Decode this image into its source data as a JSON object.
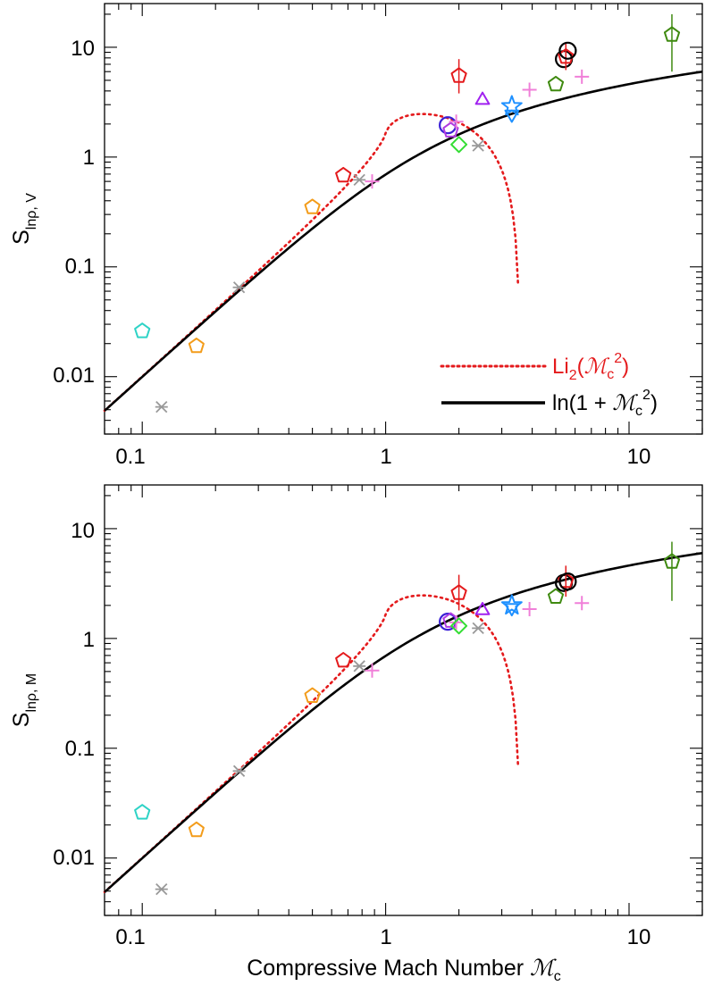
{
  "chart_data": [
    {
      "type": "scatter",
      "panel": "top",
      "ylabel_main": "S",
      "ylabel_sub": "lnρ, V",
      "xlabel": "",
      "xscale": "log",
      "yscale": "log",
      "xlim": [
        0.07,
        20
      ],
      "ylim": [
        0.003,
        25
      ],
      "xtick_labels": [
        "0.1",
        "1",
        "10"
      ],
      "ytick_labels": [
        "0.01",
        "0.1",
        "1",
        "10"
      ],
      "legend_position": "bottom-right",
      "legend": [
        {
          "base": "Li",
          "sub": "2",
          "paren_open": "(",
          "mach": "ℳ",
          "msub": "c",
          "sup": "2",
          "paren_close": ")",
          "color": "#e41a1c",
          "style": "dotted"
        },
        {
          "base": "ln(1 + ",
          "sub": "",
          "paren_open": "",
          "mach": "ℳ",
          "msub": "c",
          "sup": "2",
          "paren_close": ")",
          "color": "#000000",
          "style": "solid"
        }
      ],
      "curves": [
        {
          "name": "Li2(Mc^2)",
          "function": "dilog",
          "color": "#e41a1c",
          "style": "dotted"
        },
        {
          "name": "ln(1+Mc^2)",
          "function": "log1p",
          "color": "#000000",
          "style": "solid"
        }
      ],
      "points": [
        {
          "x": 0.1,
          "y": 0.026,
          "marker": "pentagon",
          "color": "#2ed3c6"
        },
        {
          "x": 0.12,
          "y": 0.0053,
          "marker": "asterisk",
          "color": "#999999"
        },
        {
          "x": 0.167,
          "y": 0.019,
          "marker": "pentagon",
          "color": "#f39c1a"
        },
        {
          "x": 0.25,
          "y": 0.065,
          "marker": "asterisk",
          "color": "#999999"
        },
        {
          "x": 0.5,
          "y": 0.35,
          "marker": "pentagon",
          "color": "#f39c1a"
        },
        {
          "x": 0.67,
          "y": 0.68,
          "marker": "pentagon",
          "color": "#e41a1c"
        },
        {
          "x": 0.78,
          "y": 0.62,
          "marker": "asterisk",
          "color": "#999999"
        },
        {
          "x": 0.88,
          "y": 0.6,
          "marker": "plus",
          "color": "#f07fd8"
        },
        {
          "x": 1.8,
          "y": 1.95,
          "marker": "circle",
          "color": "#3a1fd6"
        },
        {
          "x": 1.85,
          "y": 1.75,
          "marker": "pentagon",
          "color": "#b03be0"
        },
        {
          "x": 1.95,
          "y": 2.1,
          "marker": "plus",
          "color": "#f07fd8"
        },
        {
          "x": 2.0,
          "y": 5.5,
          "marker": "pentagon",
          "color": "#e41a1c",
          "err": [
            3.8,
            7.8
          ]
        },
        {
          "x": 2.0,
          "y": 1.3,
          "marker": "diamond",
          "color": "#33dd33"
        },
        {
          "x": 2.4,
          "y": 1.27,
          "marker": "asterisk",
          "color": "#999999"
        },
        {
          "x": 2.5,
          "y": 3.3,
          "marker": "triangle",
          "color": "#a020f0"
        },
        {
          "x": 3.3,
          "y": 2.9,
          "marker": "star",
          "color": "#1e90ff"
        },
        {
          "x": 3.3,
          "y": 2.45,
          "marker": "triangle_down",
          "color": "#1e90ff"
        },
        {
          "x": 3.9,
          "y": 4.1,
          "marker": "plus",
          "color": "#f07fd8"
        },
        {
          "x": 5.0,
          "y": 4.6,
          "marker": "pentagon",
          "color": "#3f8a10"
        },
        {
          "x": 5.4,
          "y": 7.8,
          "marker": "circle",
          "color": "#000000"
        },
        {
          "x": 5.5,
          "y": 8.2,
          "marker": "pentagon",
          "color": "#e41a1c",
          "err": [
            6.2,
            10.8
          ]
        },
        {
          "x": 5.6,
          "y": 9.3,
          "marker": "circle",
          "color": "#000000"
        },
        {
          "x": 6.4,
          "y": 5.4,
          "marker": "plus",
          "color": "#f07fd8"
        },
        {
          "x": 15.0,
          "y": 13.0,
          "marker": "pentagon",
          "color": "#3f8a10",
          "err": [
            6.0,
            20.0
          ]
        }
      ]
    },
    {
      "type": "scatter",
      "panel": "bottom",
      "ylabel_main": "S",
      "ylabel_sub": "lnρ, M",
      "xlabel": "Compressive Mach Number ",
      "xlabel_symbol": "ℳ",
      "xlabel_sub": "c",
      "xscale": "log",
      "yscale": "log",
      "xlim": [
        0.07,
        20
      ],
      "ylim": [
        0.003,
        25
      ],
      "xtick_labels": [
        "0.1",
        "1",
        "10"
      ],
      "ytick_labels": [
        "0.01",
        "0.1",
        "1",
        "10"
      ],
      "curves": [
        {
          "name": "Li2(Mc^2)",
          "function": "dilog",
          "color": "#e41a1c",
          "style": "dotted"
        },
        {
          "name": "ln(1+Mc^2)",
          "function": "log1p",
          "color": "#000000",
          "style": "solid"
        }
      ],
      "points": [
        {
          "x": 0.1,
          "y": 0.026,
          "marker": "pentagon",
          "color": "#2ed3c6"
        },
        {
          "x": 0.12,
          "y": 0.0052,
          "marker": "asterisk",
          "color": "#999999"
        },
        {
          "x": 0.167,
          "y": 0.018,
          "marker": "pentagon",
          "color": "#f39c1a"
        },
        {
          "x": 0.25,
          "y": 0.062,
          "marker": "asterisk",
          "color": "#999999"
        },
        {
          "x": 0.5,
          "y": 0.3,
          "marker": "pentagon",
          "color": "#f39c1a"
        },
        {
          "x": 0.67,
          "y": 0.63,
          "marker": "pentagon",
          "color": "#e41a1c"
        },
        {
          "x": 0.78,
          "y": 0.56,
          "marker": "asterisk",
          "color": "#999999"
        },
        {
          "x": 0.88,
          "y": 0.51,
          "marker": "plus",
          "color": "#f07fd8"
        },
        {
          "x": 1.8,
          "y": 1.42,
          "marker": "circle",
          "color": "#3a1fd6"
        },
        {
          "x": 1.85,
          "y": 1.45,
          "marker": "pentagon",
          "color": "#b03be0"
        },
        {
          "x": 1.95,
          "y": 1.4,
          "marker": "plus",
          "color": "#f07fd8"
        },
        {
          "x": 2.0,
          "y": 2.6,
          "marker": "pentagon",
          "color": "#e41a1c",
          "err": [
            1.8,
            3.8
          ]
        },
        {
          "x": 2.0,
          "y": 1.3,
          "marker": "diamond",
          "color": "#33dd33"
        },
        {
          "x": 2.4,
          "y": 1.24,
          "marker": "asterisk",
          "color": "#999999"
        },
        {
          "x": 2.5,
          "y": 1.8,
          "marker": "triangle",
          "color": "#a020f0"
        },
        {
          "x": 3.3,
          "y": 2.0,
          "marker": "star",
          "color": "#1e90ff"
        },
        {
          "x": 3.3,
          "y": 1.9,
          "marker": "triangle_down",
          "color": "#1e90ff"
        },
        {
          "x": 3.9,
          "y": 1.85,
          "marker": "plus",
          "color": "#f07fd8"
        },
        {
          "x": 5.0,
          "y": 2.4,
          "marker": "pentagon",
          "color": "#3f8a10"
        },
        {
          "x": 5.4,
          "y": 3.2,
          "marker": "circle",
          "color": "#000000"
        },
        {
          "x": 5.5,
          "y": 3.35,
          "marker": "pentagon",
          "color": "#e41a1c",
          "err": [
            2.4,
            4.6
          ]
        },
        {
          "x": 5.6,
          "y": 3.3,
          "marker": "circle",
          "color": "#000000"
        },
        {
          "x": 6.4,
          "y": 2.1,
          "marker": "plus",
          "color": "#f07fd8"
        },
        {
          "x": 15.0,
          "y": 5.0,
          "marker": "pentagon",
          "color": "#3f8a10",
          "err": [
            2.2,
            7.6
          ]
        }
      ]
    }
  ]
}
